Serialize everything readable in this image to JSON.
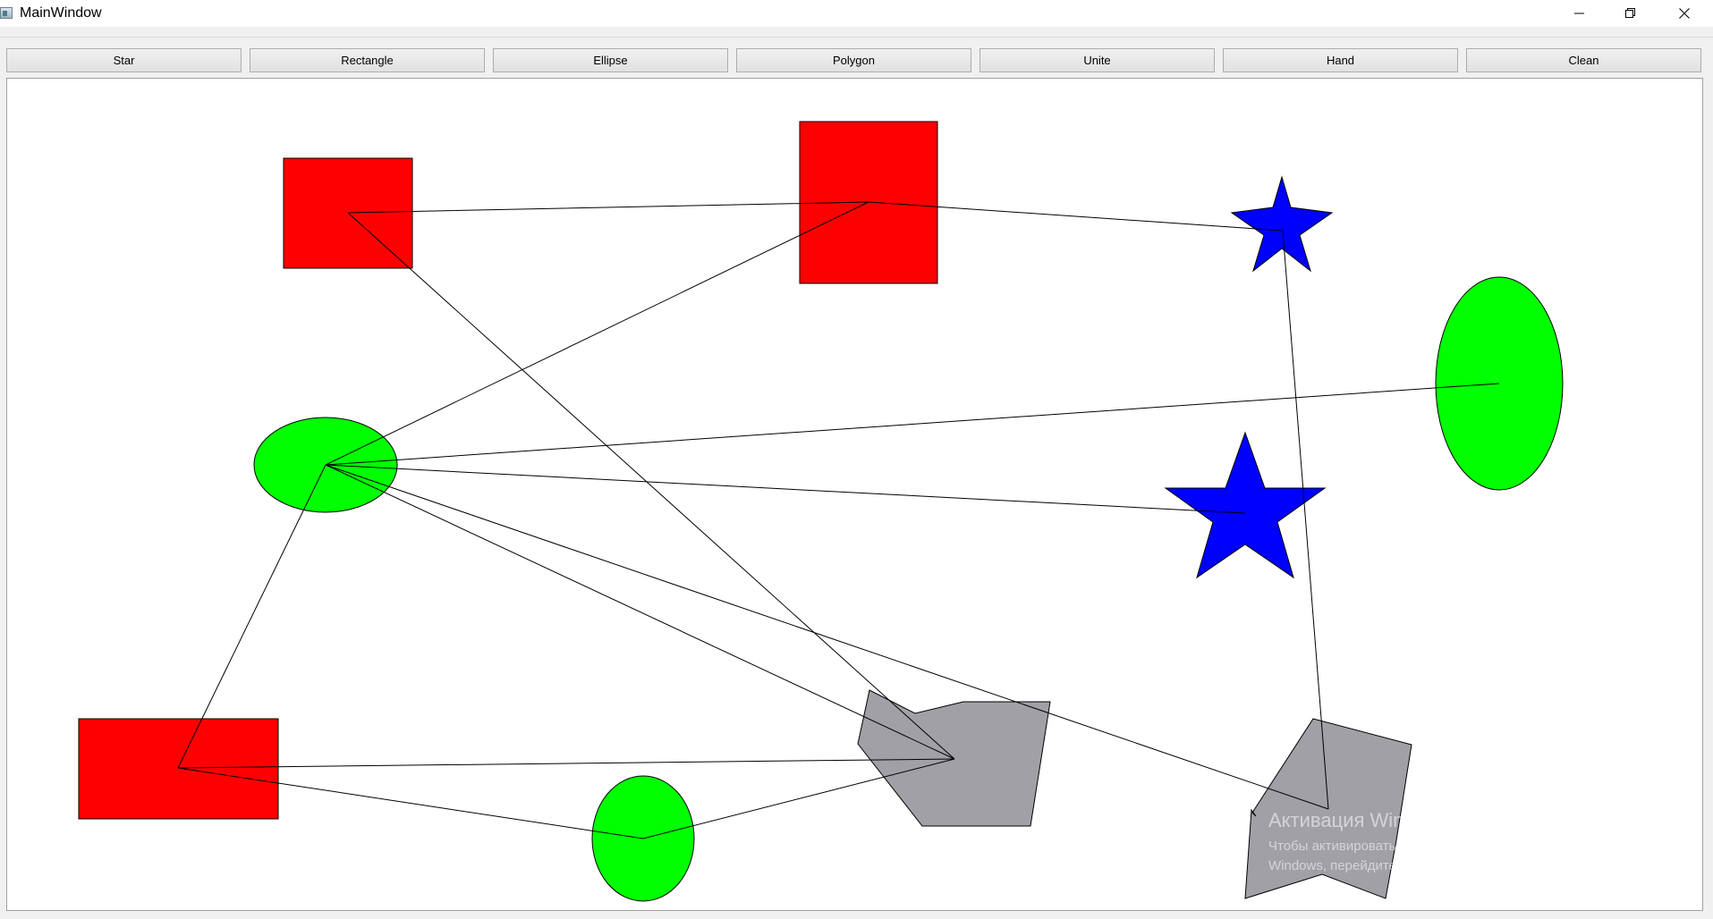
{
  "window": {
    "title": "MainWindow",
    "icon": "app-window-icon"
  },
  "caption_buttons": {
    "minimize": "minimize-icon",
    "restore": "restore-icon",
    "close": "close-icon"
  },
  "toolbar": {
    "buttons": [
      {
        "id": "star",
        "label": "Star"
      },
      {
        "id": "rectangle",
        "label": "Rectangle"
      },
      {
        "id": "ellipse",
        "label": "Ellipse"
      },
      {
        "id": "polygon",
        "label": "Polygon"
      },
      {
        "id": "unite",
        "label": "Unite"
      },
      {
        "id": "hand",
        "label": "Hand"
      },
      {
        "id": "clean",
        "label": "Clean"
      }
    ]
  },
  "colors": {
    "rectangle_fill": "#ff0000",
    "ellipse_fill": "#00ff00",
    "star_fill": "#0000ff",
    "polygon_fill": "#a0a0a6",
    "outline": "#000000",
    "connector": "#000000"
  },
  "watermark": {
    "title": "Активация Windows",
    "line1": "Чтобы активировать",
    "line2": "Windows, перейдите в"
  }
}
